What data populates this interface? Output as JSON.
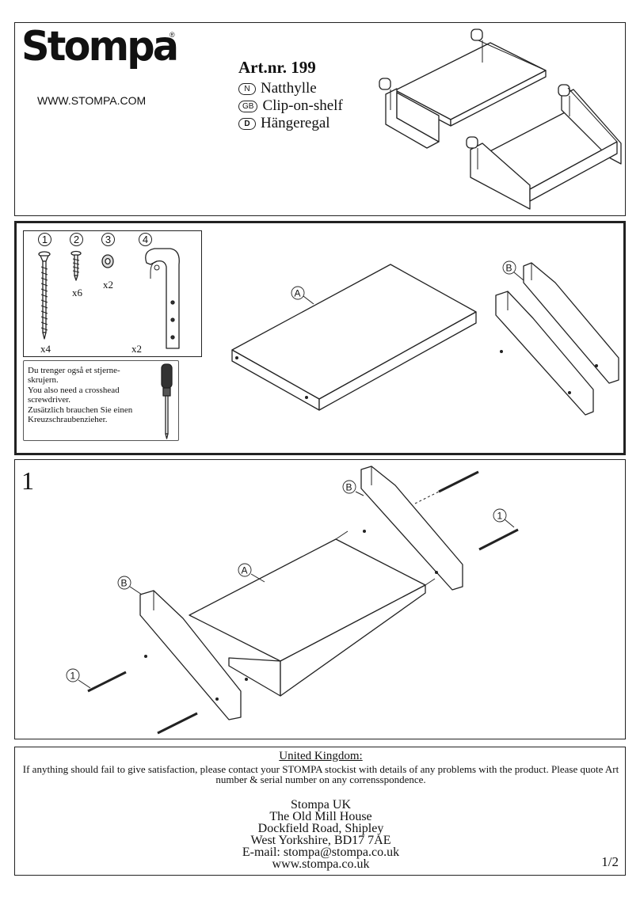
{
  "header": {
    "brand": "Stompa",
    "registered_mark": "®",
    "website": "WWW.STOMPA.COM",
    "article": "Art.nr. 199",
    "languages": [
      {
        "code": "N",
        "name": "Natthylle"
      },
      {
        "code": "GB",
        "name": "Clip-on-shelf"
      },
      {
        "code": "D",
        "name": "Hängeregal"
      }
    ]
  },
  "parts": {
    "items": [
      {
        "num": "1",
        "qty": "x4",
        "icon": "long-screw-icon"
      },
      {
        "num": "2",
        "qty": "x6",
        "icon": "short-screw-icon"
      },
      {
        "num": "3",
        "qty": "x2",
        "icon": "washer-icon"
      },
      {
        "num": "4",
        "qty": "x2",
        "icon": "bracket-icon"
      }
    ],
    "tool_note": {
      "no": "Du trenger også et stjerne-skrujern.",
      "en": "You also need a crosshead screwdriver.",
      "de": "Zusätzlich brauchen Sie einen Kreuzschraubenzieher."
    },
    "labels": {
      "shelf": "A",
      "side": "B"
    }
  },
  "step1": {
    "number": "1",
    "labels": {
      "side_top": "B",
      "side_left": "B",
      "shelf": "A",
      "screw_right": "1",
      "screw_left": "1"
    }
  },
  "footer": {
    "title": "United Kingdom:",
    "notice": "If anything should fail to give satisfaction, please contact your STOMPA stockist with details of any problems with the product. Please quote Art number & serial number on any corrensspondence.",
    "address": [
      "Stompa UK",
      "The Old Mill House",
      "Dockfield Road, Shipley",
      "West Yorkshire, BD17 7AE",
      "E-mail: stompa@stompa.co.uk",
      "www.stompa.co.uk"
    ],
    "page": "1/2"
  }
}
